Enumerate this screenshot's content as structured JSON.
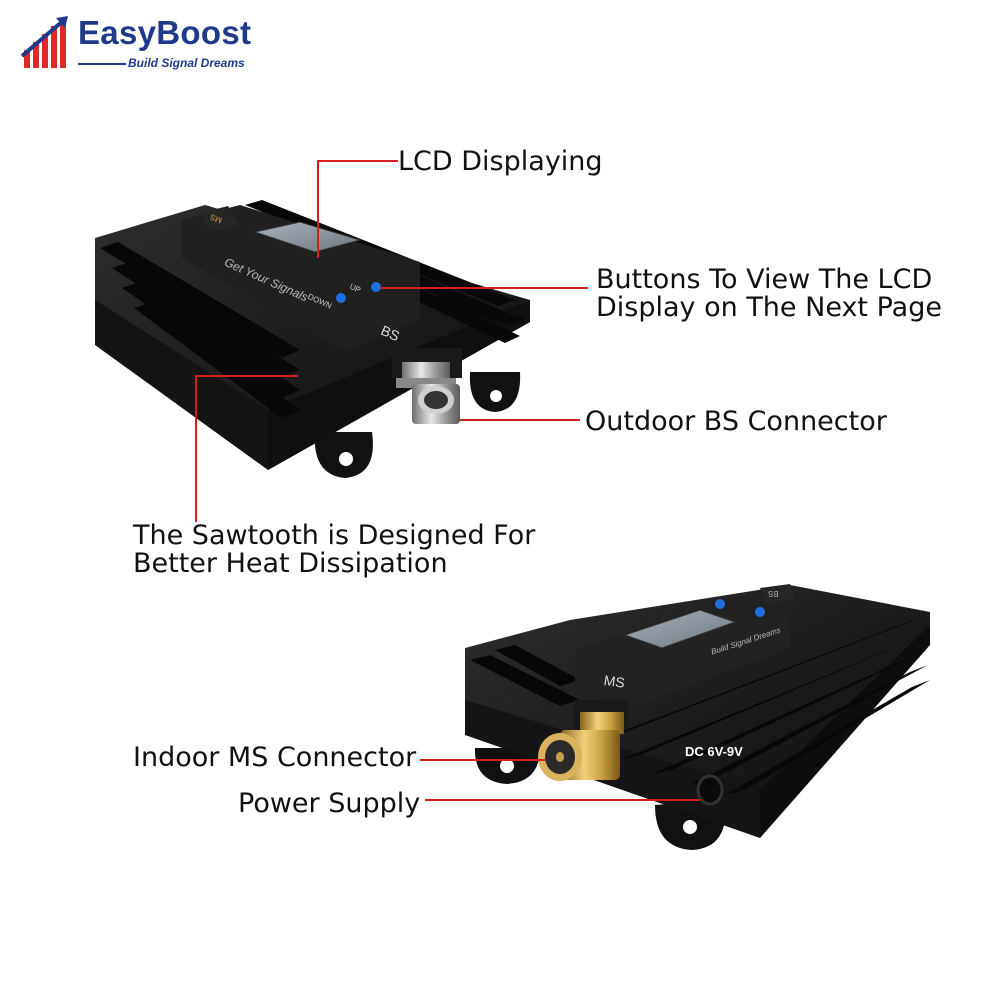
{
  "brand": {
    "name": "EasyBoost",
    "tagline": "Build Signal Dreams"
  },
  "callouts": {
    "lcd": "LCD Displaying",
    "buttons_line1": "Buttons To View The LCD",
    "buttons_line2": "Display on The Next Page",
    "outdoor": "Outdoor BS Connector",
    "sawtooth_line1": "The Sawtooth is Designed For",
    "sawtooth_line2": "Better Heat Dissipation",
    "indoor": "Indoor MS Connector",
    "power": "Power Supply"
  },
  "device_top": {
    "slogan": "Get Your Signals",
    "down_label": "DOWN",
    "up_label": "UP",
    "port_label": "BS",
    "rear_label": "MS"
  },
  "device_bottom": {
    "slogan": "Build Signal Dreams",
    "port_label": "MS",
    "power_label": "DC 6V-9V",
    "rear_label": "BS"
  },
  "colors": {
    "brand_blue": "#1f3a8a",
    "brand_red": "#e02828",
    "leader_red": "#d41f1f",
    "device_black": "#1a1a1a",
    "button_blue": "#1e6fe0",
    "lcd_gray": "#8c96a0",
    "connector_gold": "#c9a040"
  }
}
